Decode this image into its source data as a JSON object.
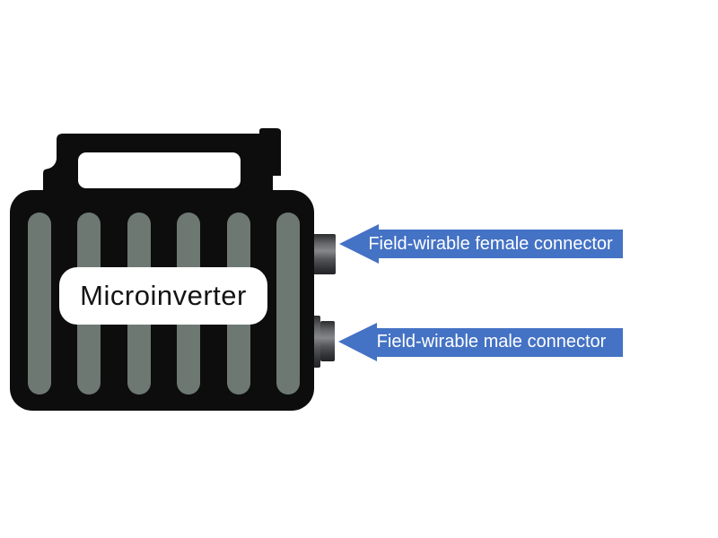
{
  "device": {
    "label": "Microinverter"
  },
  "annotations": [
    {
      "id": "female",
      "label": "Field-wirable female connector"
    },
    {
      "id": "male",
      "label": "Field-wirable male connector"
    }
  ],
  "icons": [
    {
      "name": "left-arrow-callout",
      "meaning": "blue left-pointing arrow banner"
    }
  ],
  "colors": {
    "background": "#ffffff",
    "arrow_blue": "#4472c4",
    "device_black": "#0d0d0d",
    "slot_gray": "#6e7872",
    "label_bg": "#ffffff",
    "label_text": "#141414",
    "banner_text": "#ffffff"
  }
}
